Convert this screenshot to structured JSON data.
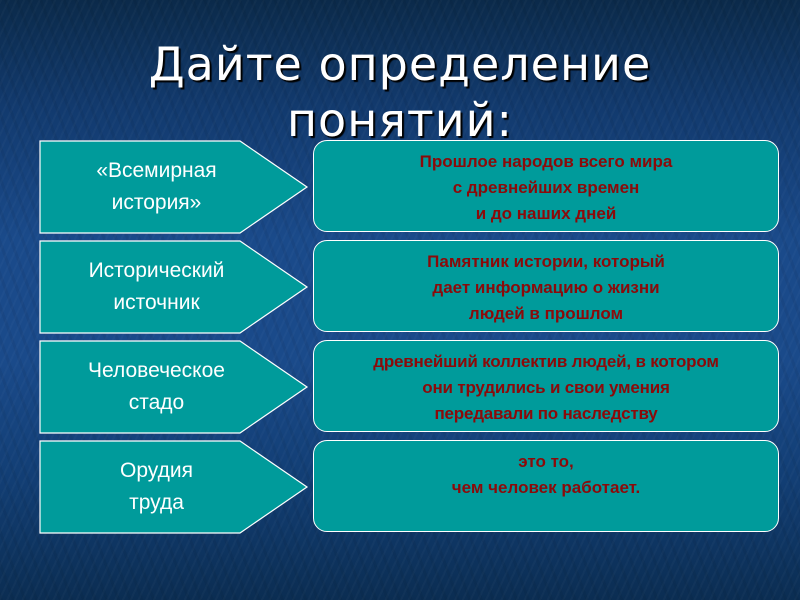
{
  "slide": {
    "title_line1": "Дайте определение",
    "title_line2": "понятий:",
    "colors": {
      "background": "#1a4a8a",
      "shape_fill": "#009b9b",
      "shape_border": "#ffffff",
      "term_text": "#ffffff",
      "definition_text": "#8b0a0a",
      "title_text": "#ffffff"
    }
  },
  "concepts": [
    {
      "term": "«Всемирная\nистория»",
      "definition": "Прошлое народов всего мира\nс древнейших времен\nи до наших дней"
    },
    {
      "term": "Исторический\nисточник",
      "definition": "Памятник истории, который\nдает информацию о жизни\nлюдей в прошлом"
    },
    {
      "term": "Человеческое\nстадо",
      "definition": "древнейший коллектив людей, в котором\nони трудились и свои умения\nпередавали по наследству"
    },
    {
      "term": "Орудия\nтруда",
      "definition": "это то,\nчем человек работает."
    }
  ]
}
